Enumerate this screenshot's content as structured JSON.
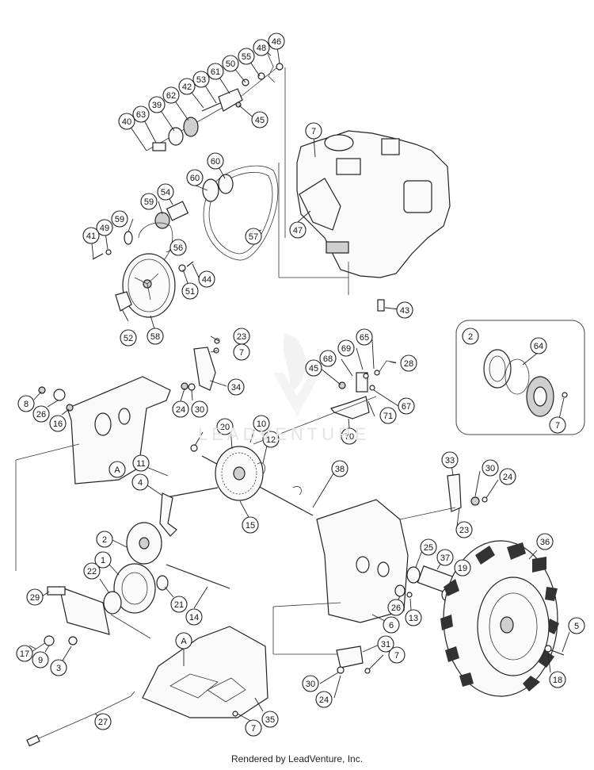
{
  "footer": "Rendered by LeadVenture, Inc.",
  "watermark": "LEADVENTURE",
  "detail_box_label": "2",
  "callouts": [
    {
      "id": "callout-40",
      "label": "40"
    },
    {
      "id": "callout-63",
      "label": "63"
    },
    {
      "id": "callout-39",
      "label": "39"
    },
    {
      "id": "callout-62",
      "label": "62"
    },
    {
      "id": "callout-42",
      "label": "42"
    },
    {
      "id": "callout-53",
      "label": "53"
    },
    {
      "id": "callout-61",
      "label": "61"
    },
    {
      "id": "callout-50",
      "label": "50"
    },
    {
      "id": "callout-55",
      "label": "55"
    },
    {
      "id": "callout-48",
      "label": "48"
    },
    {
      "id": "callout-46",
      "label": "46"
    },
    {
      "id": "callout-45a",
      "label": "45"
    },
    {
      "id": "callout-7a",
      "label": "7"
    },
    {
      "id": "callout-60a",
      "label": "60"
    },
    {
      "id": "callout-60b",
      "label": "60"
    },
    {
      "id": "callout-54",
      "label": "54"
    },
    {
      "id": "callout-59a",
      "label": "59"
    },
    {
      "id": "callout-59b",
      "label": "59"
    },
    {
      "id": "callout-49",
      "label": "49"
    },
    {
      "id": "callout-41",
      "label": "41"
    },
    {
      "id": "callout-56",
      "label": "56"
    },
    {
      "id": "callout-57",
      "label": "57"
    },
    {
      "id": "callout-44",
      "label": "44"
    },
    {
      "id": "callout-51",
      "label": "51"
    },
    {
      "id": "callout-52",
      "label": "52"
    },
    {
      "id": "callout-58",
      "label": "58"
    },
    {
      "id": "callout-47",
      "label": "47"
    },
    {
      "id": "callout-43",
      "label": "43"
    },
    {
      "id": "callout-2a",
      "label": "2"
    },
    {
      "id": "callout-64",
      "label": "64"
    },
    {
      "id": "callout-7b",
      "label": "7"
    },
    {
      "id": "callout-23a",
      "label": "23"
    },
    {
      "id": "callout-7c",
      "label": "7"
    },
    {
      "id": "callout-34",
      "label": "34"
    },
    {
      "id": "callout-24a",
      "label": "24"
    },
    {
      "id": "callout-30a",
      "label": "30"
    },
    {
      "id": "callout-8",
      "label": "8"
    },
    {
      "id": "callout-26a",
      "label": "26"
    },
    {
      "id": "callout-16",
      "label": "16"
    },
    {
      "id": "callout-45b",
      "label": "45"
    },
    {
      "id": "callout-68",
      "label": "68"
    },
    {
      "id": "callout-69",
      "label": "69"
    },
    {
      "id": "callout-65",
      "label": "65"
    },
    {
      "id": "callout-28",
      "label": "28"
    },
    {
      "id": "callout-67",
      "label": "67"
    },
    {
      "id": "callout-71",
      "label": "71"
    },
    {
      "id": "callout-70",
      "label": "70"
    },
    {
      "id": "callout-20",
      "label": "20"
    },
    {
      "id": "callout-10",
      "label": "10"
    },
    {
      "id": "callout-12",
      "label": "12"
    },
    {
      "id": "callout-A1",
      "label": "A"
    },
    {
      "id": "callout-11",
      "label": "11"
    },
    {
      "id": "callout-4",
      "label": "4"
    },
    {
      "id": "callout-15",
      "label": "15"
    },
    {
      "id": "callout-38",
      "label": "38"
    },
    {
      "id": "callout-33",
      "label": "33"
    },
    {
      "id": "callout-30b",
      "label": "30"
    },
    {
      "id": "callout-24b",
      "label": "24"
    },
    {
      "id": "callout-23b",
      "label": "23"
    },
    {
      "id": "callout-2b",
      "label": "2"
    },
    {
      "id": "callout-1",
      "label": "1"
    },
    {
      "id": "callout-22",
      "label": "22"
    },
    {
      "id": "callout-21",
      "label": "21"
    },
    {
      "id": "callout-14",
      "label": "14"
    },
    {
      "id": "callout-29",
      "label": "29"
    },
    {
      "id": "callout-25",
      "label": "25"
    },
    {
      "id": "callout-37",
      "label": "37"
    },
    {
      "id": "callout-19",
      "label": "19"
    },
    {
      "id": "callout-36",
      "label": "36"
    },
    {
      "id": "callout-26b",
      "label": "26"
    },
    {
      "id": "callout-13",
      "label": "13"
    },
    {
      "id": "callout-6",
      "label": "6"
    },
    {
      "id": "callout-17",
      "label": "17"
    },
    {
      "id": "callout-9",
      "label": "9"
    },
    {
      "id": "callout-3",
      "label": "3"
    },
    {
      "id": "callout-A2",
      "label": "A"
    },
    {
      "id": "callout-31",
      "label": "31"
    },
    {
      "id": "callout-7d",
      "label": "7"
    },
    {
      "id": "callout-30c",
      "label": "30"
    },
    {
      "id": "callout-24c",
      "label": "24"
    },
    {
      "id": "callout-5",
      "label": "5"
    },
    {
      "id": "callout-18",
      "label": "18"
    },
    {
      "id": "callout-27",
      "label": "27"
    },
    {
      "id": "callout-7e",
      "label": "7"
    },
    {
      "id": "callout-35",
      "label": "35"
    }
  ]
}
